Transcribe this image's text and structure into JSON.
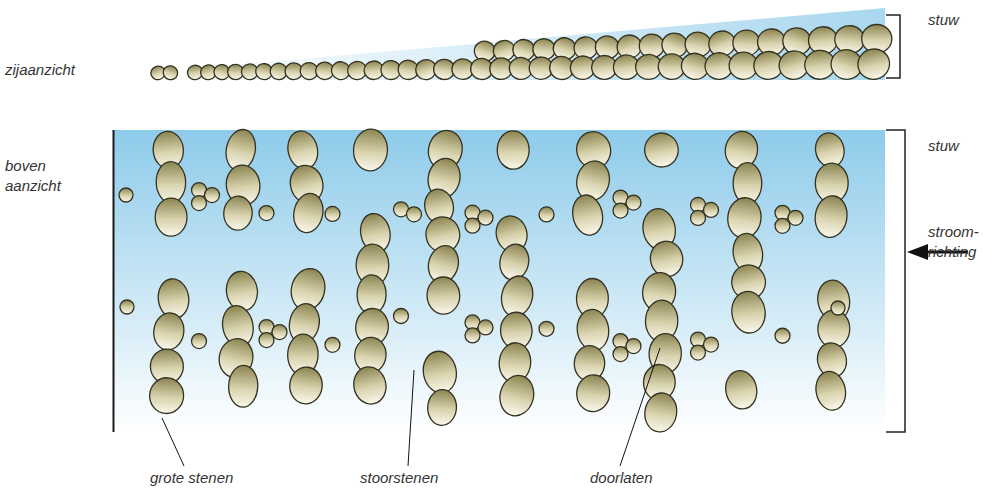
{
  "diagram": {
    "labels": [
      "zijaanzicht",
      "stuw",
      "boven aanzicht",
      "stuw",
      "stroom- richting",
      "grote stenen",
      "stoorstenen",
      "doorlaten"
    ]
  }
}
